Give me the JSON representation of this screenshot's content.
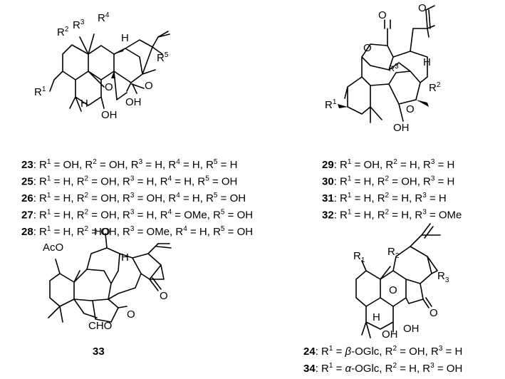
{
  "structures": {
    "s23": {
      "atoms": {
        "r2": "R",
        "r2_sup": "2",
        "r3": "R",
        "r3_sup": "3",
        "r4": "R",
        "r4_sup": "4",
        "r5": "R",
        "r5_sup": "5",
        "r1": "R",
        "r1_sup": "1",
        "h_top": "H",
        "h_bot": "H",
        "o_bridge": "O",
        "o_ketone": "O",
        "oh1": "OH",
        "oh2": "OH"
      }
    },
    "s29": {
      "atoms": {
        "o_lactone_carbonyl": "O",
        "o_aldehyde": "O",
        "o_ring": "O",
        "o_ring2": "O",
        "r3": "R",
        "r3_sup": "3",
        "h": "H",
        "r1": "R",
        "r1_sup": "1",
        "r2": "R",
        "r2_sup": "2",
        "oh": "OH"
      }
    },
    "s33": {
      "atoms": {
        "ho": "HO",
        "aco": "AcO",
        "h": "H",
        "o1": "O",
        "o2": "O",
        "cho": "CHO"
      },
      "compound_id": "33"
    },
    "s24": {
      "atoms": {
        "r2": "R",
        "r2_sub": "2",
        "r1": "R",
        "r1_sub": "1",
        "r3": "R",
        "r3_sub": "3",
        "o_bridge": "O",
        "o_ketone": "O",
        "h": "H",
        "oh1": "OH",
        "oh2": "OH"
      }
    }
  },
  "legend_left": [
    {
      "id": "23",
      "parts": [
        [
          "R",
          "1",
          " = OH, "
        ],
        [
          "R",
          "2",
          " = OH, "
        ],
        [
          "R",
          "3",
          " = H, "
        ],
        [
          "R",
          "4",
          " = H, "
        ],
        [
          "R",
          "5",
          " = H"
        ]
      ]
    },
    {
      "id": "25",
      "parts": [
        [
          "R",
          "1",
          " = H, "
        ],
        [
          "R",
          "2",
          " = OH, "
        ],
        [
          "R",
          "3",
          " = H, "
        ],
        [
          "R",
          "4",
          " = H, "
        ],
        [
          "R",
          "5",
          " = OH"
        ]
      ]
    },
    {
      "id": "26",
      "parts": [
        [
          "R",
          "1",
          " = H, "
        ],
        [
          "R",
          "2",
          " = OH, "
        ],
        [
          "R",
          "3",
          " = OH, "
        ],
        [
          "R",
          "4",
          " = H, "
        ],
        [
          "R",
          "5",
          " = OH"
        ]
      ]
    },
    {
      "id": "27",
      "parts": [
        [
          "R",
          "1",
          " = H, "
        ],
        [
          "R",
          "2",
          " = OH, "
        ],
        [
          "R",
          "3",
          " = H, "
        ],
        [
          "R",
          "4",
          " = OMe, "
        ],
        [
          "R",
          "5",
          " = OH"
        ]
      ]
    },
    {
      "id": "28",
      "parts": [
        [
          "R",
          "1",
          " = H, "
        ],
        [
          "R",
          "2",
          " = OH, "
        ],
        [
          "R",
          "3",
          " = OMe, "
        ],
        [
          "R",
          "4",
          " = H, "
        ],
        [
          "R",
          "5",
          " = OH"
        ]
      ]
    }
  ],
  "legend_right": [
    {
      "id": "29",
      "parts": [
        [
          "R",
          "1",
          " = OH, "
        ],
        [
          "R",
          "2",
          " = H, "
        ],
        [
          "R",
          "3",
          " = H"
        ]
      ]
    },
    {
      "id": "30",
      "parts": [
        [
          "R",
          "1",
          " = H, "
        ],
        [
          "R",
          "2",
          " = OH, "
        ],
        [
          "R",
          "3",
          " = H"
        ]
      ]
    },
    {
      "id": "31",
      "parts": [
        [
          "R",
          "1",
          " = H, "
        ],
        [
          "R",
          "2",
          " = H, "
        ],
        [
          "R",
          "3",
          " = H"
        ]
      ]
    },
    {
      "id": "32",
      "parts": [
        [
          "R",
          "1",
          " = H, "
        ],
        [
          "R",
          "2",
          " = H, "
        ],
        [
          "R",
          "3",
          " = OMe"
        ]
      ]
    }
  ],
  "legend_bottom": [
    {
      "id": "24",
      "r1_prefix": "β",
      "r1_rest": "-OGlc, ",
      "r2": "R",
      "r2_sup": "2",
      "r2_val": " = OH, ",
      "r3": "R",
      "r3_sup": "3",
      "r3_val": " = H",
      "r1": "R",
      "r1_sup": "1",
      "eq": " = "
    },
    {
      "id": "34",
      "r1_prefix": "α",
      "r1_rest": "-OGlc, ",
      "r2": "R",
      "r2_sup": "2",
      "r2_val": " = H, ",
      "r3": "R",
      "r3_sup": "3",
      "r3_val": " = OH",
      "r1": "R",
      "r1_sup": "1",
      "eq": " = "
    }
  ]
}
